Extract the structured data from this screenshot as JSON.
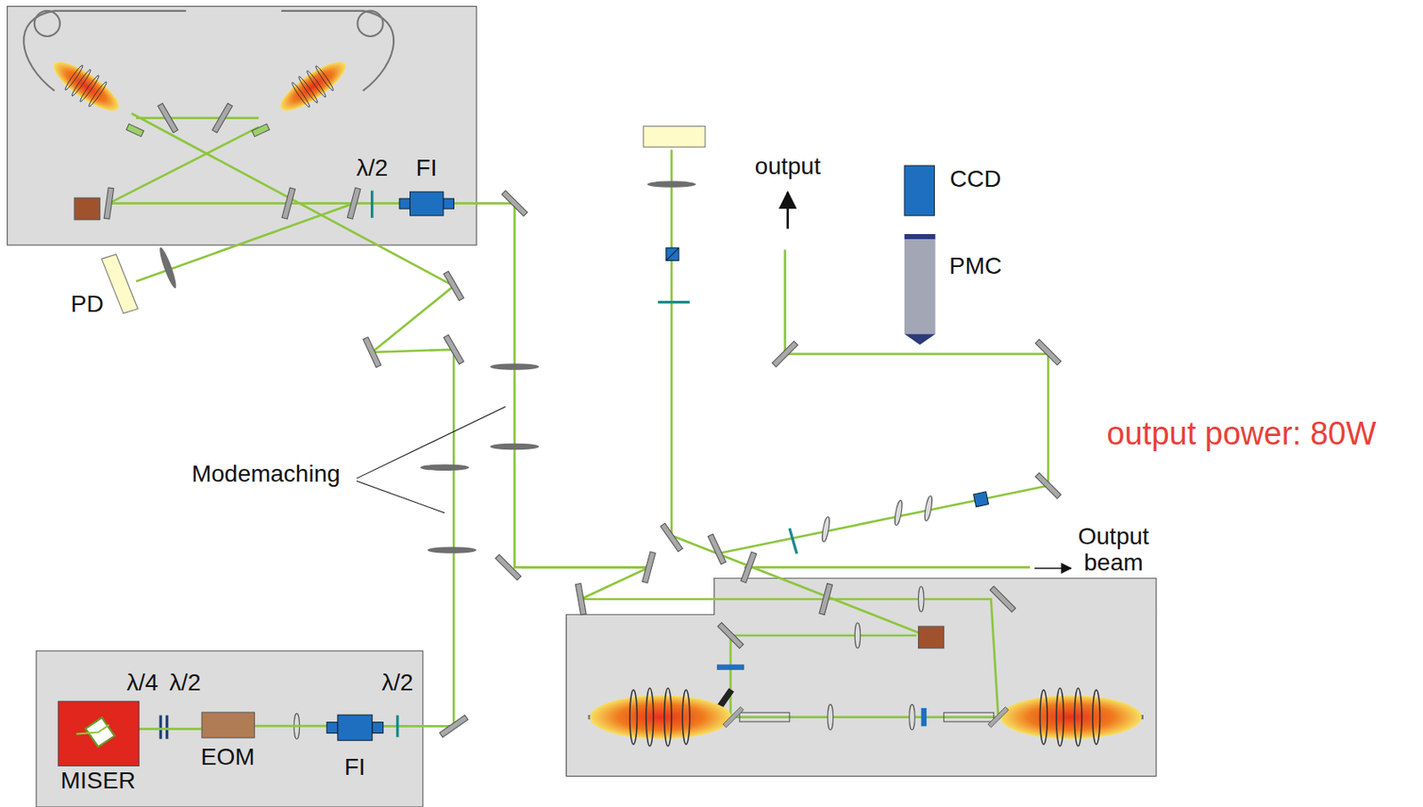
{
  "diagram": {
    "nodes": [
      {
        "text": [
          "MISER"
        ]
      },
      {
        "text": [
          "EOM"
        ]
      },
      {
        "text": [
          "FI"
        ]
      },
      {
        "text": [
          "FI"
        ]
      },
      {
        "text": [
          "PD"
        ]
      },
      {
        "text": [
          "CCD"
        ]
      },
      {
        "text": [
          "PMC"
        ]
      }
    ],
    "edges": [
      {
        "from": 0,
        "to": 1,
        "arrow": "none"
      },
      {
        "from": 1,
        "to": 2,
        "arrow": "none"
      }
    ],
    "labels": [
      "λ/4",
      "λ/2",
      "λ/2",
      "λ/2",
      "output",
      "Modemaching",
      "output power: 80W",
      "Output beam"
    ]
  }
}
